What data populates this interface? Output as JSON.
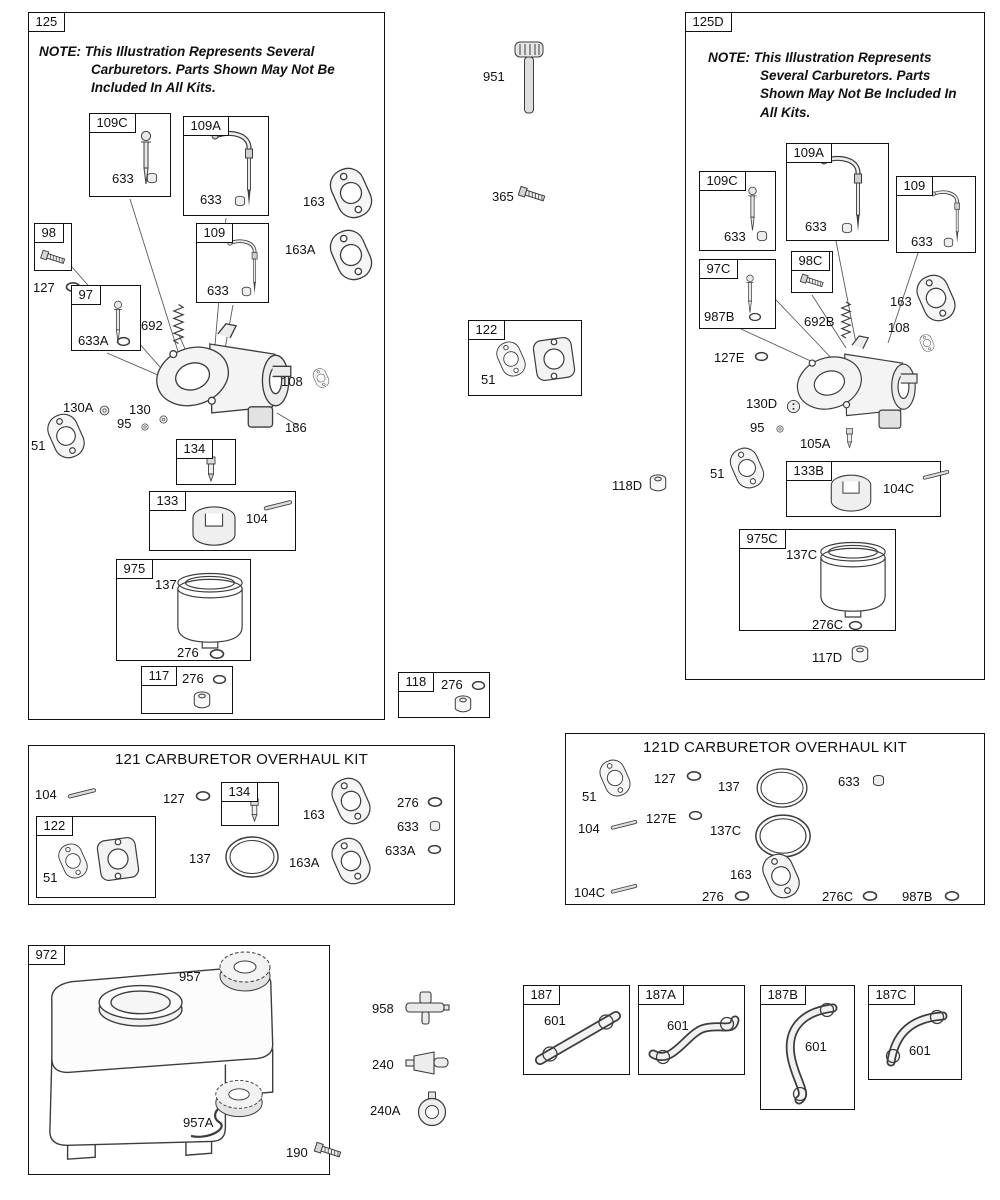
{
  "notes": {
    "head": "NOTE:",
    "body": "This Illustration Represents Several Carburetors. Parts Shown May Not Be Included In All Kits."
  },
  "titles": {
    "kit121": "121 CARBURETOR OVERHAUL KIT",
    "kit121d": "121D CARBURETOR OVERHAUL KIT"
  },
  "parts": {
    "51": "51",
    "95": "95",
    "97": "97",
    "97C": "97C",
    "98": "98",
    "98C": "98C",
    "104": "104",
    "104C": "104C",
    "105A": "105A",
    "108": "108",
    "109": "109",
    "109A": "109A",
    "109C": "109C",
    "117": "117",
    "117D": "117D",
    "118": "118",
    "118D": "118D",
    "122": "122",
    "125": "125",
    "125D": "125D",
    "127": "127",
    "127E": "127E",
    "130": "130",
    "130A": "130A",
    "130D": "130D",
    "133": "133",
    "133B": "133B",
    "134": "134",
    "137": "137",
    "137C": "137C",
    "163": "163",
    "163A": "163A",
    "186": "186",
    "187": "187",
    "187A": "187A",
    "187B": "187B",
    "187C": "187C",
    "190": "190",
    "240": "240",
    "240A": "240A",
    "276": "276",
    "276C": "276C",
    "365": "365",
    "601": "601",
    "633": "633",
    "633A": "633A",
    "692": "692",
    "692B": "692B",
    "951": "951",
    "957": "957",
    "957A": "957A",
    "958": "958",
    "972": "972",
    "975": "975",
    "975C": "975C",
    "987B": "987B"
  }
}
